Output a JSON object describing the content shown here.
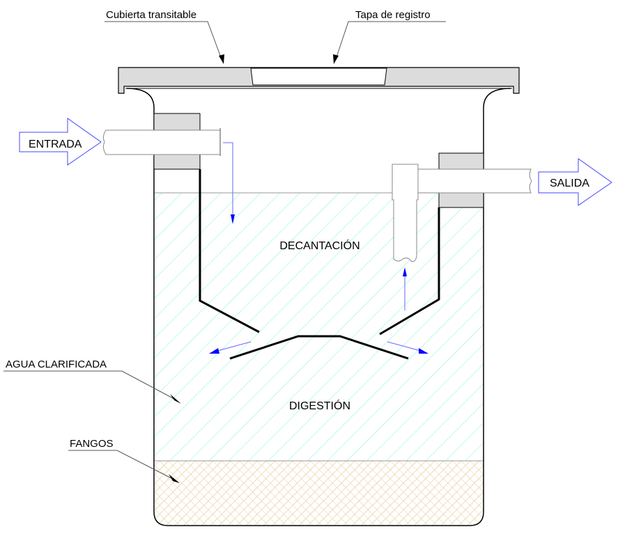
{
  "labels": {
    "cover": "Cubierta transitable",
    "manhole": "Tapa de registro",
    "inlet": "ENTRADA",
    "outlet": "SALIDA",
    "settling": "DECANTACIÓN",
    "digestion": "DIGESTIÓN",
    "clarified_water": "AGUA CLARIFICADA",
    "sludge": "FANGOS"
  },
  "colors": {
    "water_hatch": "#7ff5e0",
    "sludge_hatch": "#d4a84a",
    "concrete": "#dcdcdc",
    "flow_arrow": "#0000ff"
  }
}
